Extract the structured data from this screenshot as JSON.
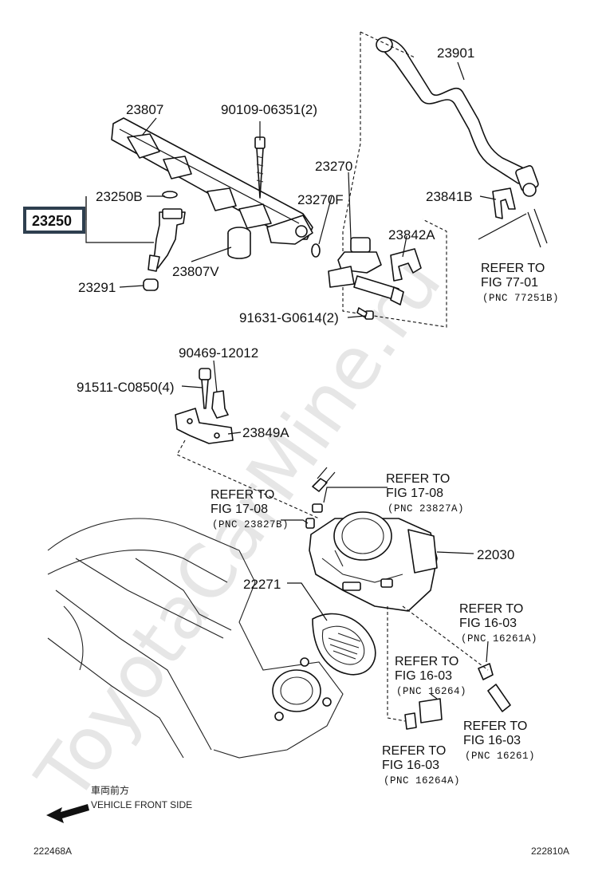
{
  "watermark": "ToyotaCarMine.ru",
  "labels": {
    "l23901": "23901",
    "l23807": "23807",
    "l90109": "90109-06351(2)",
    "l23270": "23270",
    "l23250B": "23250B",
    "l23250": "23250",
    "l23270F": "23270F",
    "l23841B": "23841B",
    "l23842A": "23842A",
    "l23807V": "23807V",
    "l23291": "23291",
    "l91631": "91631-G0614(2)",
    "l90469": "90469-12012",
    "l91511": "91511-C0850(4)",
    "l23849A": "23849A",
    "l22030": "22030",
    "l22271": "22271"
  },
  "refs": {
    "r1": {
      "line1": "REFER TO",
      "line2": "FIG 77-01",
      "pnc": "(PNC 77251B)"
    },
    "r2": {
      "line1": "REFER TO",
      "line2": "FIG 17-08",
      "pnc": "(PNC 23827A)"
    },
    "r3": {
      "line1": "REFER TO",
      "line2": "FIG 17-08",
      "pnc": "(PNC 23827B)"
    },
    "r4": {
      "line1": "REFER TO",
      "line2": "FIG 16-03",
      "pnc": "(PNC 16261A)"
    },
    "r5": {
      "line1": "REFER TO",
      "line2": "FIG 16-03",
      "pnc": "(PNC 16264)"
    },
    "r6": {
      "line1": "REFER TO",
      "line2": "FIG 16-03",
      "pnc": "(PNC 16261)"
    },
    "r7": {
      "line1": "REFER TO",
      "line2": "FIG 16-03",
      "pnc": "(PNC 16264A)"
    }
  },
  "front": {
    "jp": "車両前方",
    "en": "VEHICLE FRONT SIDE"
  },
  "footer": {
    "left": "222468A",
    "right": "222810A"
  }
}
